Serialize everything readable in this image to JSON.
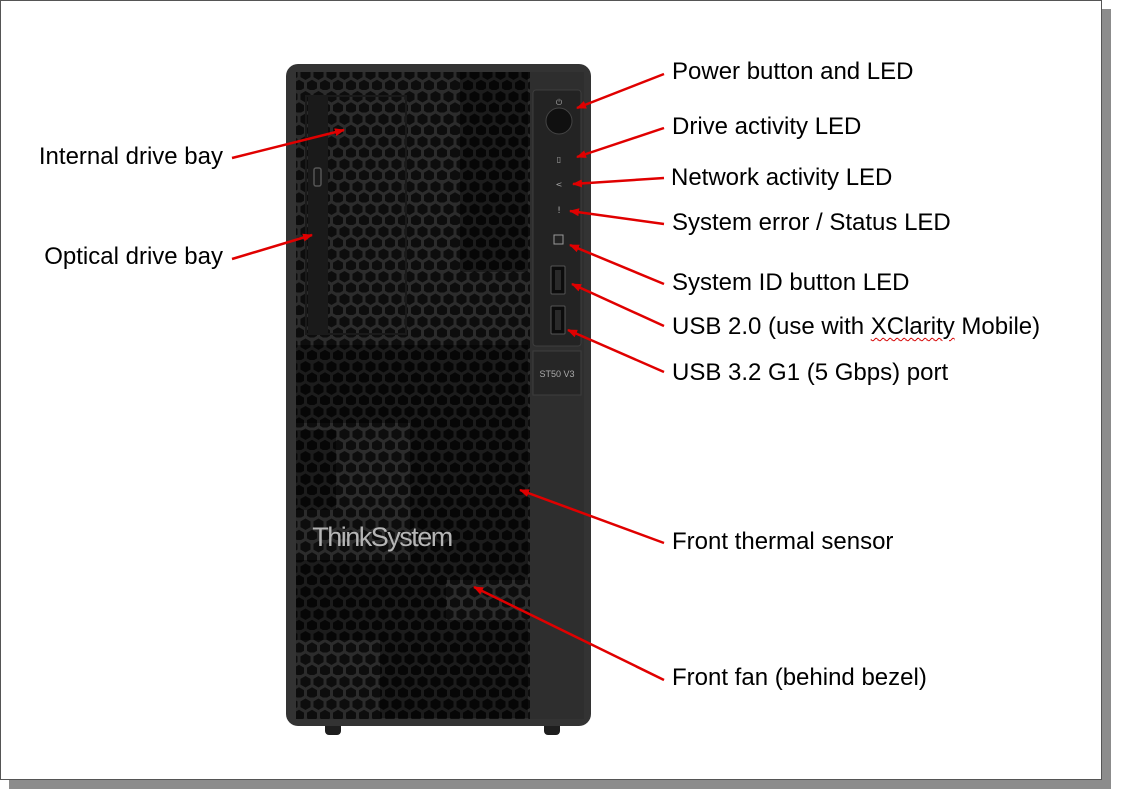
{
  "product": {
    "brand": "ThinkSystem",
    "model_badge": "ST50 V3"
  },
  "callouts": {
    "internal_drive_bay": "Internal drive bay",
    "optical_drive_bay": "Optical drive bay",
    "power_button": "Power button and LED",
    "drive_activity": "Drive activity LED",
    "network_activity": "Network activity LED",
    "system_error": "System error / Status LED",
    "system_id": "System ID button LED",
    "usb2_prefix": "USB 2.0 (use with ",
    "usb2_word": "XClarity",
    "usb2_suffix": " Mobile)",
    "usb3": "USB 3.2 G1 (5 Gbps) port",
    "thermal_sensor": "Front thermal sensor",
    "front_fan": "Front fan (behind bezel)"
  },
  "colors": {
    "arrow": "#e00000",
    "chassis": "#2a2a2a",
    "mesh_hole": "#0d0d0d",
    "logo": "#b5b5b5"
  }
}
